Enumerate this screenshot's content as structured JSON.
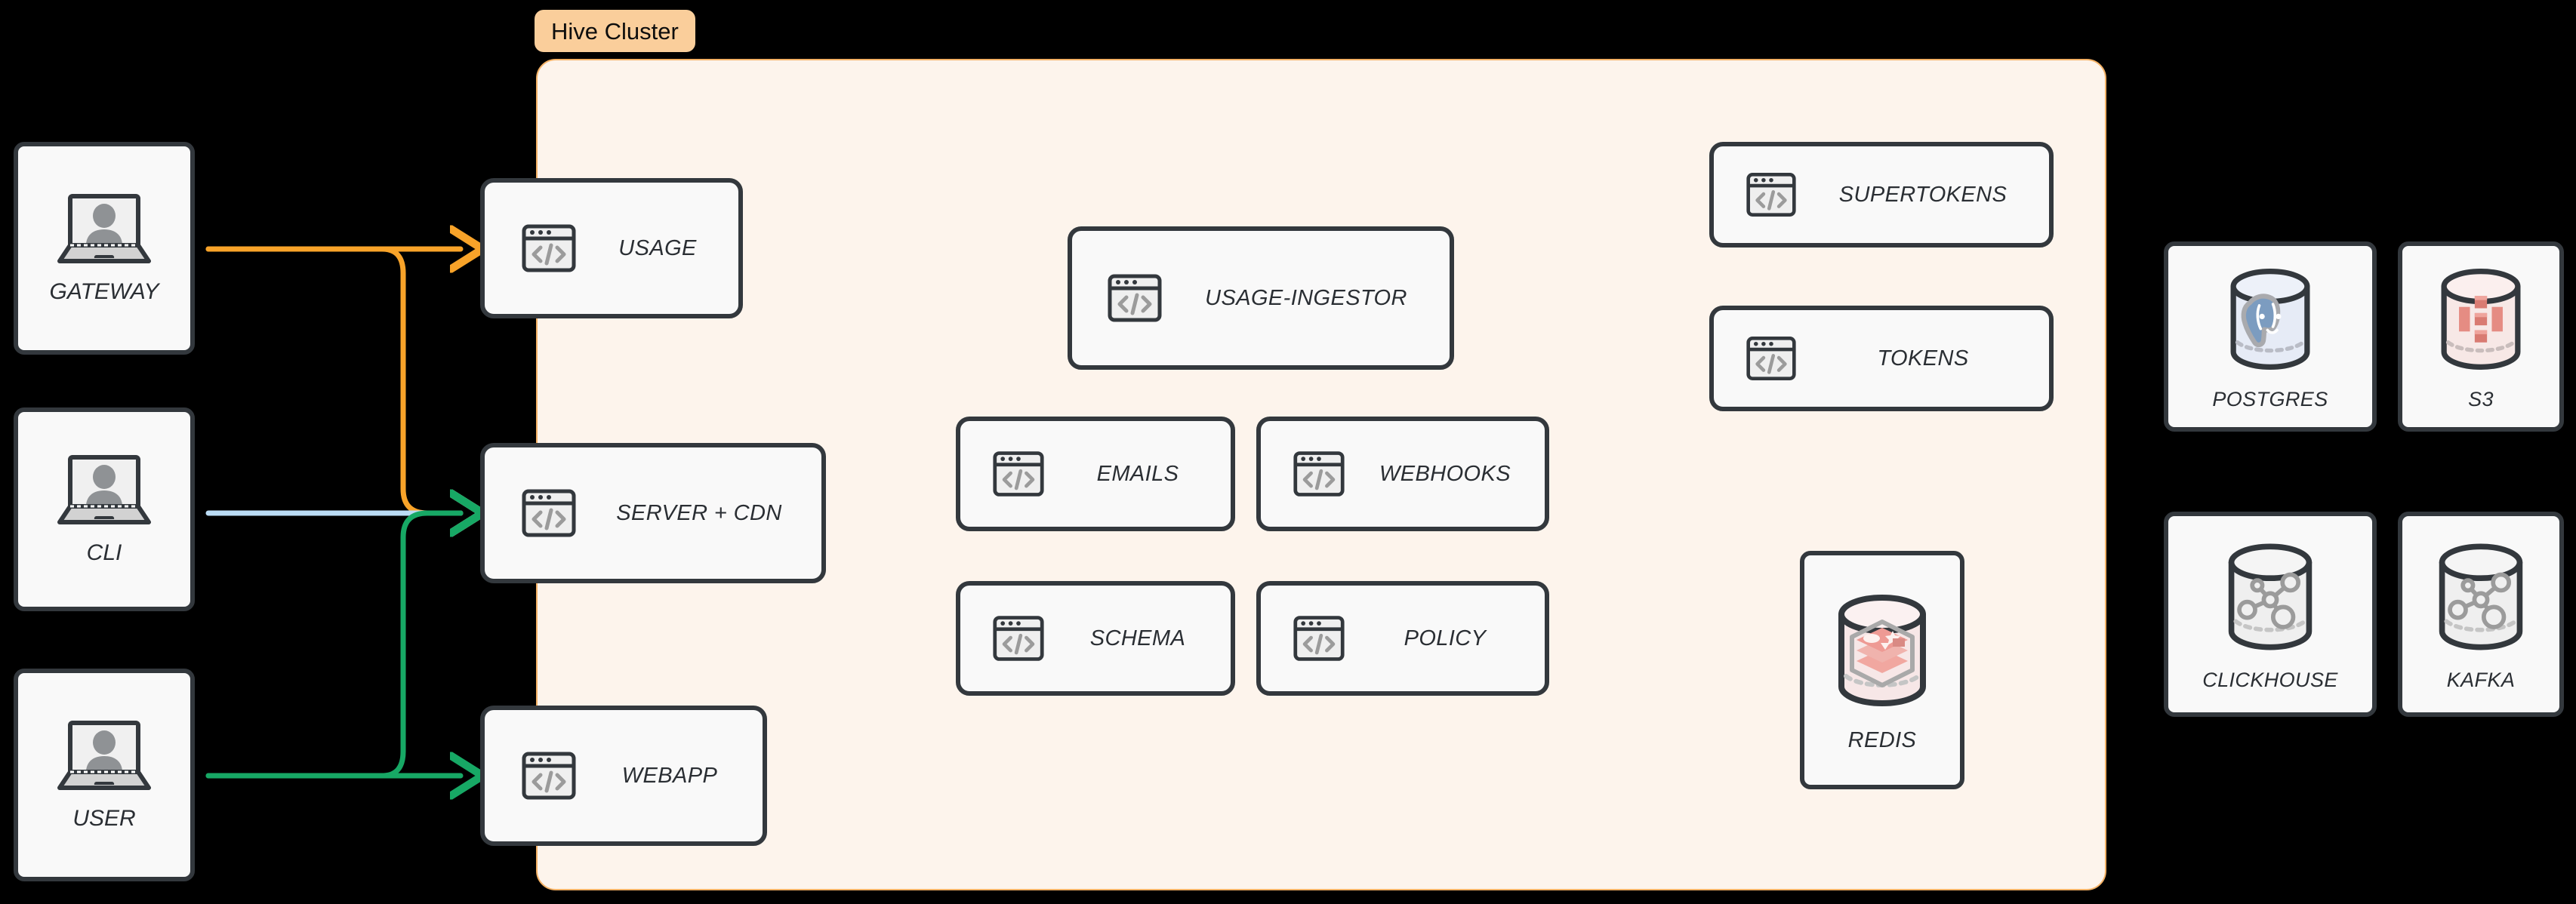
{
  "diagram": {
    "background_color": "#000000",
    "title_badge": {
      "label": "Hive Cluster",
      "bg_color": "#FACE9B",
      "text_color": "#0D0D0D"
    },
    "cluster_panel": {
      "bg_color": "#FDF4EC",
      "border_color": "#F5B266"
    },
    "card_colors": {
      "fill": "#F9F9F9",
      "stroke": "#33383D",
      "label": "#2A2E33"
    }
  },
  "clients": [
    {
      "id": "gateway",
      "label": "GATEWAY",
      "icon": "laptop-user-icon"
    },
    {
      "id": "cli",
      "label": "CLI",
      "icon": "laptop-user-icon"
    },
    {
      "id": "user",
      "label": "USER",
      "icon": "laptop-user-icon"
    }
  ],
  "edge_services": [
    {
      "id": "usage",
      "label": "USAGE",
      "icon": "code-window-icon"
    },
    {
      "id": "server-cdn",
      "label": "SERVER + CDN",
      "icon": "code-window-icon"
    },
    {
      "id": "webapp",
      "label": "WEBAPP",
      "icon": "code-window-icon"
    }
  ],
  "core_services": [
    {
      "id": "usage-ingestor",
      "label": "USAGE-INGESTOR",
      "icon": "code-window-icon"
    },
    {
      "id": "emails",
      "label": "EMAILS",
      "icon": "code-window-icon"
    },
    {
      "id": "webhooks",
      "label": "WEBHOOKS",
      "icon": "code-window-icon"
    },
    {
      "id": "schema",
      "label": "SCHEMA",
      "icon": "code-window-icon"
    },
    {
      "id": "policy",
      "label": "POLICY",
      "icon": "code-window-icon"
    }
  ],
  "auth_services": [
    {
      "id": "supertokens",
      "label": "SUPERTOKENS",
      "icon": "code-window-icon"
    },
    {
      "id": "tokens",
      "label": "TOKENS",
      "icon": "code-window-icon"
    }
  ],
  "cluster_datastores": [
    {
      "id": "redis",
      "label": "REDIS",
      "icon": "redis-cylinder-icon",
      "accent": "#EFA0A0"
    }
  ],
  "external_datastores": [
    {
      "id": "postgres",
      "label": "POSTGRES",
      "icon": "postgres-cylinder-icon",
      "accent": "#7C9CC0"
    },
    {
      "id": "s3",
      "label": "S3",
      "icon": "s3-cylinder-icon",
      "accent": "#E08E86"
    },
    {
      "id": "clickhouse",
      "label": "CLICKHOUSE",
      "icon": "clickhouse-cylinder-icon",
      "accent": "#9A9A9A"
    },
    {
      "id": "kafka",
      "label": "KAFKA",
      "icon": "kafka-cylinder-icon",
      "accent": "#9A9A9A"
    }
  ],
  "connections": [
    {
      "id": "gateway-to-usage",
      "from": "GATEWAY",
      "to": "USAGE",
      "color": "#F8A329"
    },
    {
      "id": "gateway-to-server-cdn",
      "from": "GATEWAY",
      "to": "SERVER + CDN",
      "color": "#F8A329"
    },
    {
      "id": "cli-to-server-cdn",
      "from": "CLI",
      "to": "SERVER + CDN",
      "color": "#BBDCF5"
    },
    {
      "id": "user-to-server-cdn",
      "from": "USER",
      "to": "SERVER + CDN",
      "color": "#17A865"
    },
    {
      "id": "user-to-webapp",
      "from": "USER",
      "to": "WEBAPP",
      "color": "#17A865"
    }
  ]
}
